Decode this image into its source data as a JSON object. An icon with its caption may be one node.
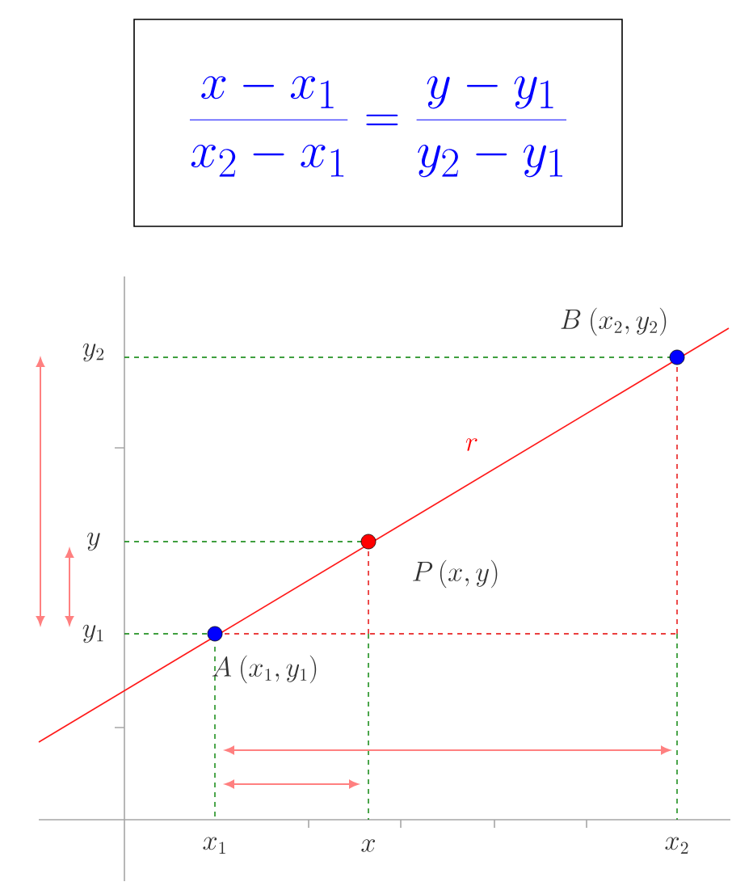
{
  "diagram": {
    "nodes": [
      {
        "text": [
          "\\frac{x-x_1}{x_2-x_1}=\\frac{y-y_1}{y_2-y_1}"
        ]
      },
      {
        "text": [],
        "shape": "circle",
        "beside": [
          "A\\ (x_1,y_1)"
        ]
      },
      {
        "text": [],
        "shape": "circle",
        "beside": [
          "P\\,(x,y)"
        ]
      },
      {
        "text": [],
        "shape": "circle",
        "beside": [
          "B\\ (x_2,y_2)"
        ]
      }
    ],
    "edges": [],
    "labels": [
      "y_2",
      "y",
      "y_1",
      "r",
      "x_1",
      "x",
      "x_2"
    ]
  }
}
